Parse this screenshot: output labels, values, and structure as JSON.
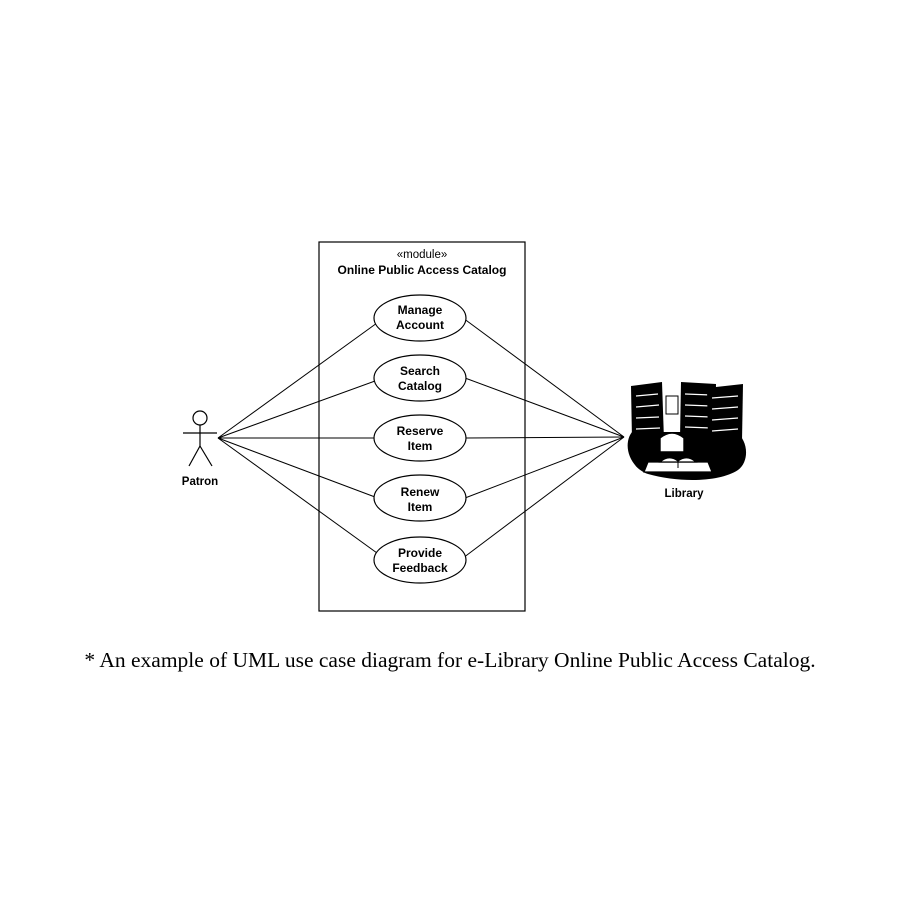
{
  "system": {
    "stereotype": "«module»",
    "title": "Online Public Access Catalog"
  },
  "actors": {
    "patron": {
      "label": "Patron",
      "icon": "stick-figure-icon"
    },
    "library": {
      "label": "Library",
      "icon": "library-building-icon"
    }
  },
  "use_cases": [
    {
      "line1": "Manage",
      "line2": "Account"
    },
    {
      "line1": "Search",
      "line2": "Catalog"
    },
    {
      "line1": "Reserve",
      "line2": "Item"
    },
    {
      "line1": "Renew",
      "line2": "Item"
    },
    {
      "line1": "Provide",
      "line2": "Feedback"
    }
  ],
  "caption": "* An example of UML use case diagram for e-Library Online Public Access Catalog."
}
